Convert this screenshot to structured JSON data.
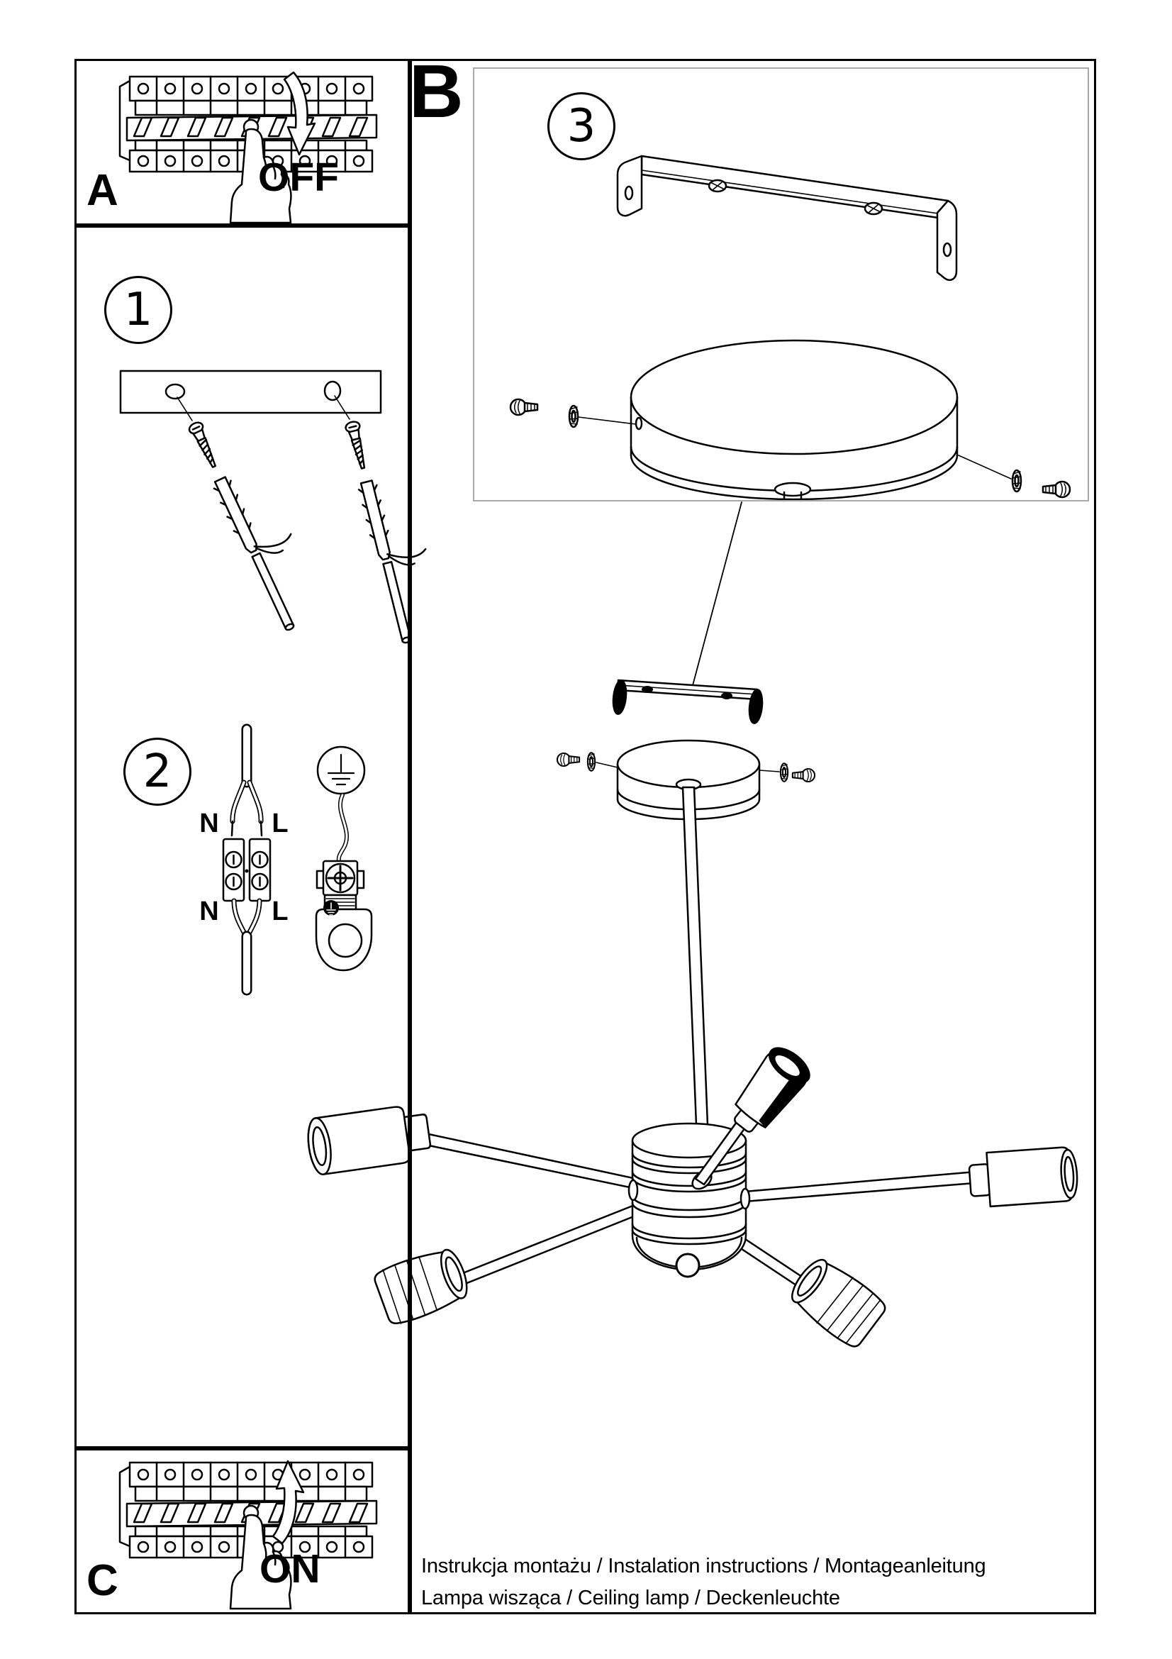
{
  "colors": {
    "ink": "#000000",
    "paper": "#ffffff",
    "box3_border": "#a8a8a8"
  },
  "labels": {
    "box_a": "A",
    "box_b": "B",
    "box_c": "C",
    "off": "OFF",
    "on": "ON",
    "step_1": "1",
    "step_2": "2",
    "step_3": "3"
  },
  "wiring_labels": {
    "top_left": "N",
    "top_right": "L",
    "bottom_left": "N",
    "bottom_right": "L"
  },
  "footer": {
    "line_1": "Instrukcja montażu / Instalation instructions / Montageanleitung",
    "line_2": "Lampa wisząca / Ceiling lamp / Deckenleuchte"
  },
  "figures": {
    "box_a": "circuit-breaker-switch-off-illustration",
    "step_1": "mounting-plate-with-screws-and-wall-plugs",
    "step_2": "terminal-block-wiring-and-earth-clamp",
    "step_3": "ceiling-canopy-bracket-exploded-view",
    "main": "assembled-ceiling-lamp-five-arms",
    "box_c": "circuit-breaker-switch-on-illustration"
  }
}
